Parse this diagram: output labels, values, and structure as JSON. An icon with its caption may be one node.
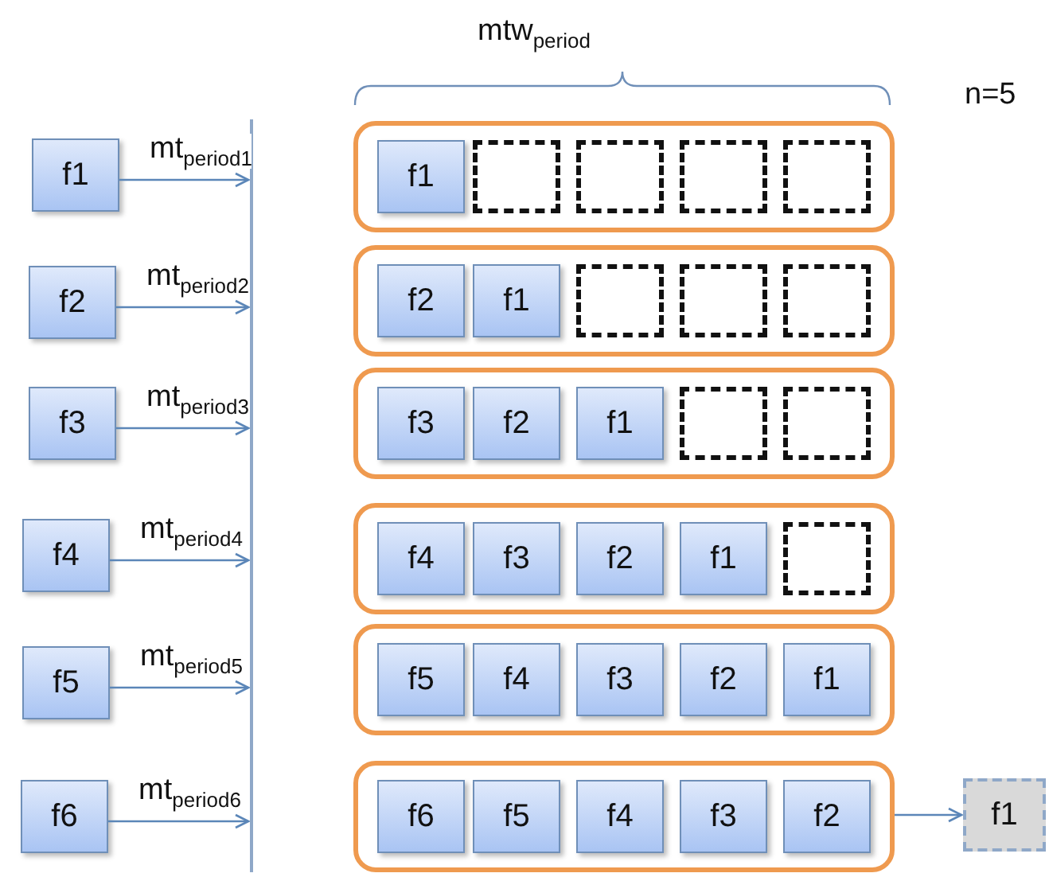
{
  "diagram": {
    "nodes": [
      {
        "text": [
          "f1"
        ]
      },
      {
        "text": [
          "f2"
        ]
      },
      {
        "text": [
          "f3"
        ]
      },
      {
        "text": [
          "f4"
        ]
      },
      {
        "text": [
          "f5"
        ]
      },
      {
        "text": [
          "f6"
        ]
      },
      {
        "text": [],
        "shape": "bar"
      },
      {
        "text": [],
        "shape": "box"
      },
      {
        "text": [
          "f1"
        ],
        "in": 7
      },
      {
        "text": [],
        "shape": "box",
        "in": 7
      },
      {
        "text": [],
        "shape": "box",
        "in": 7
      },
      {
        "text": [],
        "shape": "box",
        "in": 7
      },
      {
        "text": [],
        "shape": "box",
        "in": 7
      },
      {
        "text": [],
        "shape": "box"
      },
      {
        "text": [
          "f2"
        ],
        "in": 13
      },
      {
        "text": [
          "f1"
        ],
        "in": 13
      },
      {
        "text": [],
        "shape": "box",
        "in": 13
      },
      {
        "text": [],
        "shape": "box",
        "in": 13
      },
      {
        "text": [],
        "shape": "box",
        "in": 13
      },
      {
        "text": [],
        "shape": "box"
      },
      {
        "text": [
          "f3"
        ],
        "in": 19
      },
      {
        "text": [
          "f2"
        ],
        "in": 19
      },
      {
        "text": [
          "f1"
        ],
        "in": 19
      },
      {
        "text": [],
        "shape": "box",
        "in": 19
      },
      {
        "text": [],
        "shape": "box",
        "in": 19
      },
      {
        "text": [],
        "shape": "box"
      },
      {
        "text": [
          "f4"
        ],
        "in": 25
      },
      {
        "text": [
          "f3"
        ],
        "in": 25
      },
      {
        "text": [
          "f2"
        ],
        "in": 25
      },
      {
        "text": [
          "f1"
        ],
        "in": 25
      },
      {
        "text": [],
        "shape": "box",
        "in": 25
      },
      {
        "text": [],
        "shape": "box"
      },
      {
        "text": [
          "f5"
        ],
        "in": 31
      },
      {
        "text": [
          "f4"
        ],
        "in": 31
      },
      {
        "text": [
          "f3"
        ],
        "in": 31
      },
      {
        "text": [
          "f2"
        ],
        "in": 31
      },
      {
        "text": [
          "f1"
        ],
        "in": 31
      },
      {
        "text": [],
        "shape": "box"
      },
      {
        "text": [
          "f6"
        ],
        "in": 37
      },
      {
        "text": [
          "f5"
        ],
        "in": 37
      },
      {
        "text": [
          "f4"
        ],
        "in": 37
      },
      {
        "text": [
          "f3"
        ],
        "in": 37
      },
      {
        "text": [
          "f2"
        ],
        "in": 37
      },
      {
        "text": [
          "f1"
        ]
      }
    ],
    "edges": [
      {
        "from": 0,
        "to": 6,
        "arrow": "to",
        "label": "mt$_{period}$$_{1}$"
      },
      {
        "from": 1,
        "to": 6,
        "arrow": "to",
        "label": "mt$_{period}$$_{2}$"
      },
      {
        "from": 2,
        "to": 6,
        "arrow": "to",
        "label": "mt$_{period}$$_{3}$"
      },
      {
        "from": 3,
        "to": 6,
        "arrow": "to",
        "label": "mt$_{period}$$_{4}$"
      },
      {
        "from": 4,
        "to": 6,
        "arrow": "to",
        "label": "mt$_{period}$$_{5}$"
      },
      {
        "from": 5,
        "to": 6,
        "arrow": "to",
        "label": "mt$_{period}$$_{6}$"
      },
      {
        "from": 37,
        "to": 43,
        "arrow": "to"
      }
    ],
    "labels": [
      "mtw$_{period}$",
      "n=5"
    ]
  }
}
